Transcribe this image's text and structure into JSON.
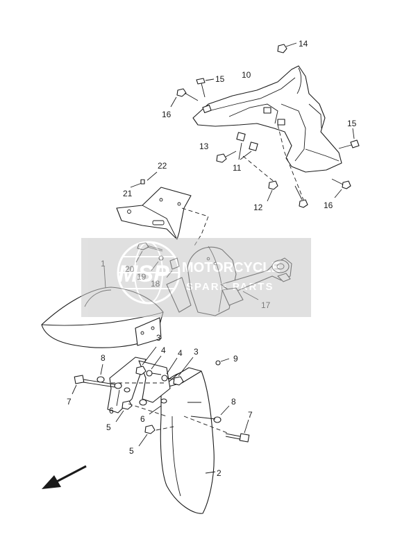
{
  "diagram": {
    "callouts": [
      "14",
      "15",
      "10",
      "16",
      "15",
      "13",
      "11",
      "12",
      "16",
      "22",
      "21",
      "1",
      "20",
      "19",
      "18",
      "17",
      "3",
      "4",
      "4",
      "3",
      "8",
      "9",
      "7",
      "6",
      "5",
      "6",
      "5",
      "8",
      "7",
      "2"
    ]
  },
  "watermark": {
    "logo_text": "MSP",
    "line1": "MOTORCYCLE",
    "line2": "SPARE PARTS",
    "color": "#d9d9d9"
  }
}
